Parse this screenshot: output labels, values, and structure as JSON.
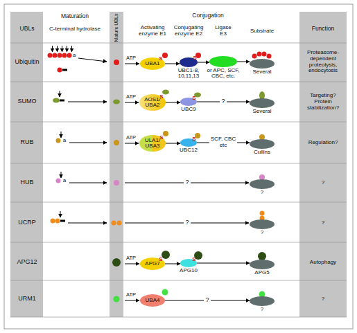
{
  "diagram": {
    "nodes": [
      {
        "text": [
          "UBA1"
        ]
      },
      {
        "text": [
          "UBC1-8, 10,11,13"
        ]
      },
      {
        "text": [
          "or APC, SCF, CBC, etc."
        ]
      },
      {
        "text": [
          "Several"
        ]
      },
      {
        "text": [
          "AOS1/ UBA2"
        ]
      },
      {
        "text": [
          "UBC9"
        ]
      },
      {
        "text": [
          "Several"
        ]
      },
      {
        "text": [
          "ULA1/ UBA3"
        ]
      },
      {
        "text": [
          "UBC12"
        ]
      },
      {
        "text": [
          "Cullins"
        ]
      },
      {
        "text": [
          "?"
        ]
      },
      {
        "text": [
          "?"
        ]
      },
      {
        "text": [
          "APG7"
        ]
      },
      {
        "text": [
          "APG10"
        ]
      },
      {
        "text": [
          "APG5"
        ]
      },
      {
        "text": [
          "UBA4"
        ]
      },
      {
        "text": [
          "?"
        ]
      }
    ],
    "edges": [
      {
        "from": 0,
        "to": 1,
        "arrow": "to"
      },
      {
        "from": 1,
        "to": 2,
        "arrow": "to"
      },
      {
        "from": 2,
        "to": 3,
        "arrow": "to"
      },
      {
        "from": 4,
        "to": 5,
        "arrow": "to"
      },
      {
        "from": 5,
        "to": 6,
        "label": "?",
        "arrow": "to"
      },
      {
        "from": 7,
        "to": 8,
        "arrow": "to"
      },
      {
        "from": 8,
        "to": 9,
        "label": "SCF, CBC etc",
        "arrow": "to"
      },
      {
        "from": 12,
        "to": 13,
        "arrow": "to"
      },
      {
        "from": 13,
        "to": 14,
        "arrow": "to"
      },
      {
        "from": 15,
        "to": 16,
        "label": "?",
        "arrow": "to"
      }
    ],
    "labels": [
      "UBLs",
      "Maturation",
      "C-terminal hydrolase",
      "Mature UBLs",
      "Conjugation",
      "Activating enzyme E1",
      "Conjugating enzyme E2",
      "Ligase E3",
      "Substrate",
      "Function",
      "Ubiquitin",
      "SUMO",
      "RUB",
      "HUB",
      "UCRP",
      "APG12",
      "URM1",
      "a",
      "a",
      "a",
      "ATP",
      "ATP",
      "ATP",
      "ATP",
      "ATP",
      "S",
      "S",
      "S",
      "S",
      "S",
      "S",
      "S",
      "S",
      "?",
      "?",
      "Proteasome-dependent proteolysis, endocytosis",
      "Targeting? Protein stabilization?",
      "Regulation?",
      "?",
      "?",
      "Autophagy",
      "?"
    ]
  }
}
